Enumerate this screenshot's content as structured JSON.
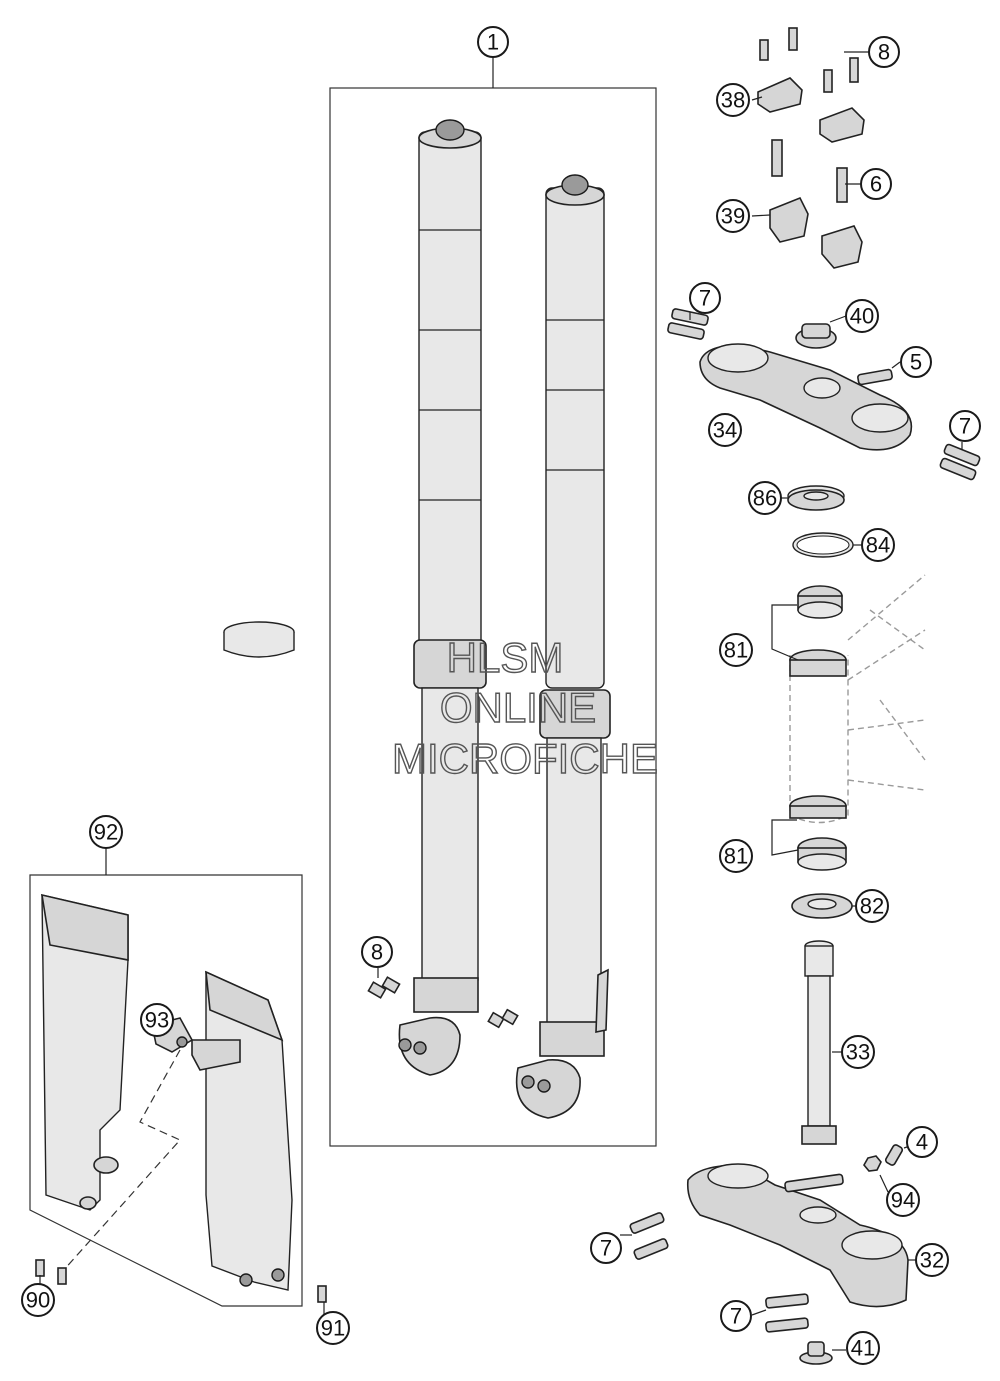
{
  "callouts": {
    "c1": "1",
    "c8a": "8",
    "c38": "38",
    "c6": "6",
    "c39": "39",
    "c7a": "7",
    "c40": "40",
    "c5": "5",
    "c34": "34",
    "c7b": "7",
    "c86": "86",
    "c84": "84",
    "c81a": "81",
    "c81b": "81",
    "c82": "82",
    "c33": "33",
    "c4": "4",
    "c94": "94",
    "c32": "32",
    "c7c": "7",
    "c7d": "7",
    "c41": "41",
    "c8b": "8",
    "c92": "92",
    "c93": "93",
    "c90": "90",
    "c91": "91"
  },
  "watermark": {
    "line1": "HLSM",
    "line2": "ONLINE",
    "line3": "MICROFICHE"
  }
}
